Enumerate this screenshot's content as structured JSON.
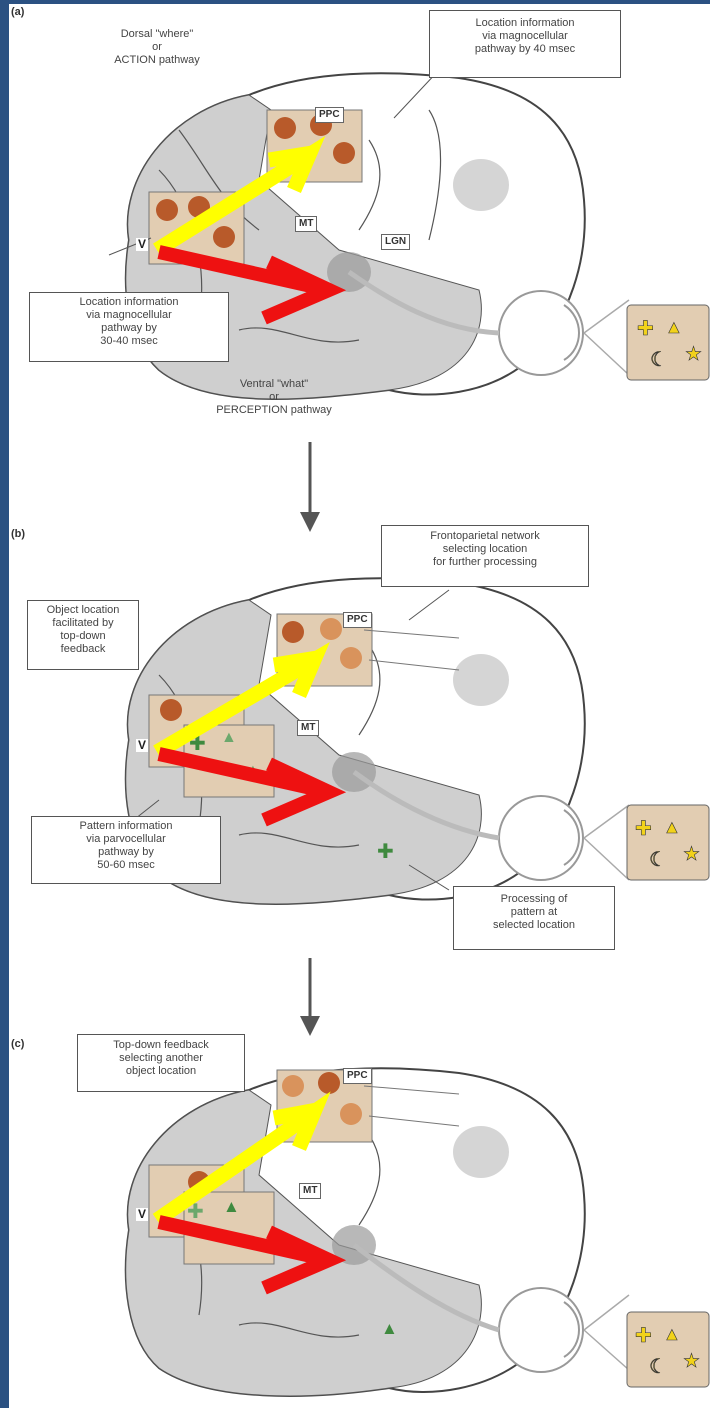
{
  "colors": {
    "frame": "#2b5182",
    "brain_fill": "#cfcfcf",
    "region_box": "#e2cdb2",
    "dorsal_arrow": "#ffff00",
    "ventral_arrow": "#ee1111",
    "cell_active": "#b85a2a",
    "cell_faded": "#d9935c",
    "pattern_shape": "#3f8a3f",
    "stimulus_shape": "#f2d21a"
  },
  "icons": [
    "cross-icon",
    "triangle-icon",
    "crescent-icon",
    "star-icon",
    "eye-icon"
  ],
  "panels": [
    {
      "label": "(a)",
      "tags": {
        "ppc": "PPC",
        "mt": "MT",
        "lgn": "LGN",
        "v1": "V"
      },
      "dorsal_title": [
        "Dorsal \"where\"",
        "or",
        "ACTION pathway"
      ],
      "ventral_title": [
        "Ventral \"what\"",
        "or",
        "PERCEPTION pathway"
      ],
      "callout_top": [
        "Location information",
        "via magnocellular",
        "pathway by 40 msec"
      ],
      "callout_left": [
        "Location information",
        "via magnocellular",
        "pathway by",
        "30-40 msec"
      ]
    },
    {
      "label": "(b)",
      "tags": {
        "ppc": "PPC",
        "mt": "MT",
        "v1": "V"
      },
      "callout_top": [
        "Frontoparietal network",
        "selecting location",
        "for further processing"
      ],
      "callout_left_top": [
        "Object location",
        "facilitated by",
        "top-down",
        "feedback"
      ],
      "callout_left": [
        "Pattern information",
        "via parvocellular",
        "pathway by",
        "50-60 msec"
      ],
      "callout_bottom": [
        "Processing of",
        "pattern at",
        "selected location"
      ]
    },
    {
      "label": "(c)",
      "tags": {
        "ppc": "PPC",
        "mt": "MT",
        "v1": "V"
      },
      "callout_top": [
        "Top-down feedback",
        "selecting another",
        "object location"
      ]
    }
  ]
}
